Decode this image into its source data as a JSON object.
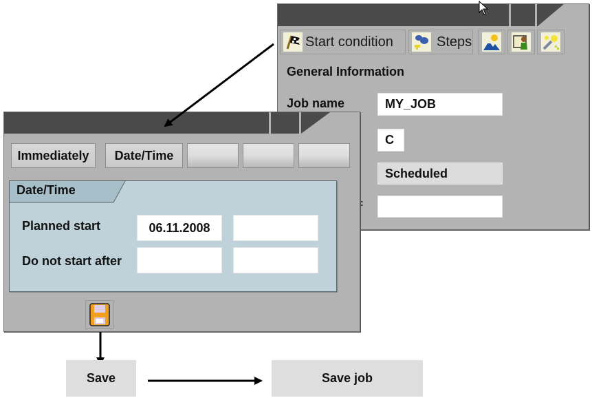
{
  "job_window": {
    "toolbar": [
      {
        "label": "Start condition",
        "icon": "flag-icon"
      },
      {
        "label": "Steps",
        "icon": "steps-icon"
      },
      {
        "label": "",
        "icon": "mountain-sun-icon"
      },
      {
        "label": "",
        "icon": "user-screen-icon"
      },
      {
        "label": "",
        "icon": "magic-wand-icon"
      }
    ],
    "section_title": "General Information",
    "fields": {
      "job_name_label": "Job name",
      "job_name_value": "MY_JOB",
      "job_class_value": "C",
      "status_value": "Scheduled",
      "hidden_label_fragment": ":",
      "exec_target_value": ""
    }
  },
  "start_condition_window": {
    "buttons": [
      {
        "label": "Immediately"
      },
      {
        "label": "Date/Time"
      },
      {
        "label": ""
      },
      {
        "label": ""
      },
      {
        "label": ""
      }
    ],
    "group_title": "Date/Time",
    "rows": [
      {
        "label": "Planned start",
        "date": "06.11.2008",
        "time": ""
      },
      {
        "label": "Do not start after",
        "date": "",
        "time": ""
      }
    ],
    "save_icon": "save-icon"
  },
  "flow": {
    "step1": "Save",
    "step2": "Save job"
  },
  "colors": {
    "window_bg": "#b3b3b3",
    "titlebar": "#4a4a4a",
    "group_bg": "#bfd2d9",
    "group_tab": "#a7bfc9",
    "flow_box": "#dedede"
  }
}
